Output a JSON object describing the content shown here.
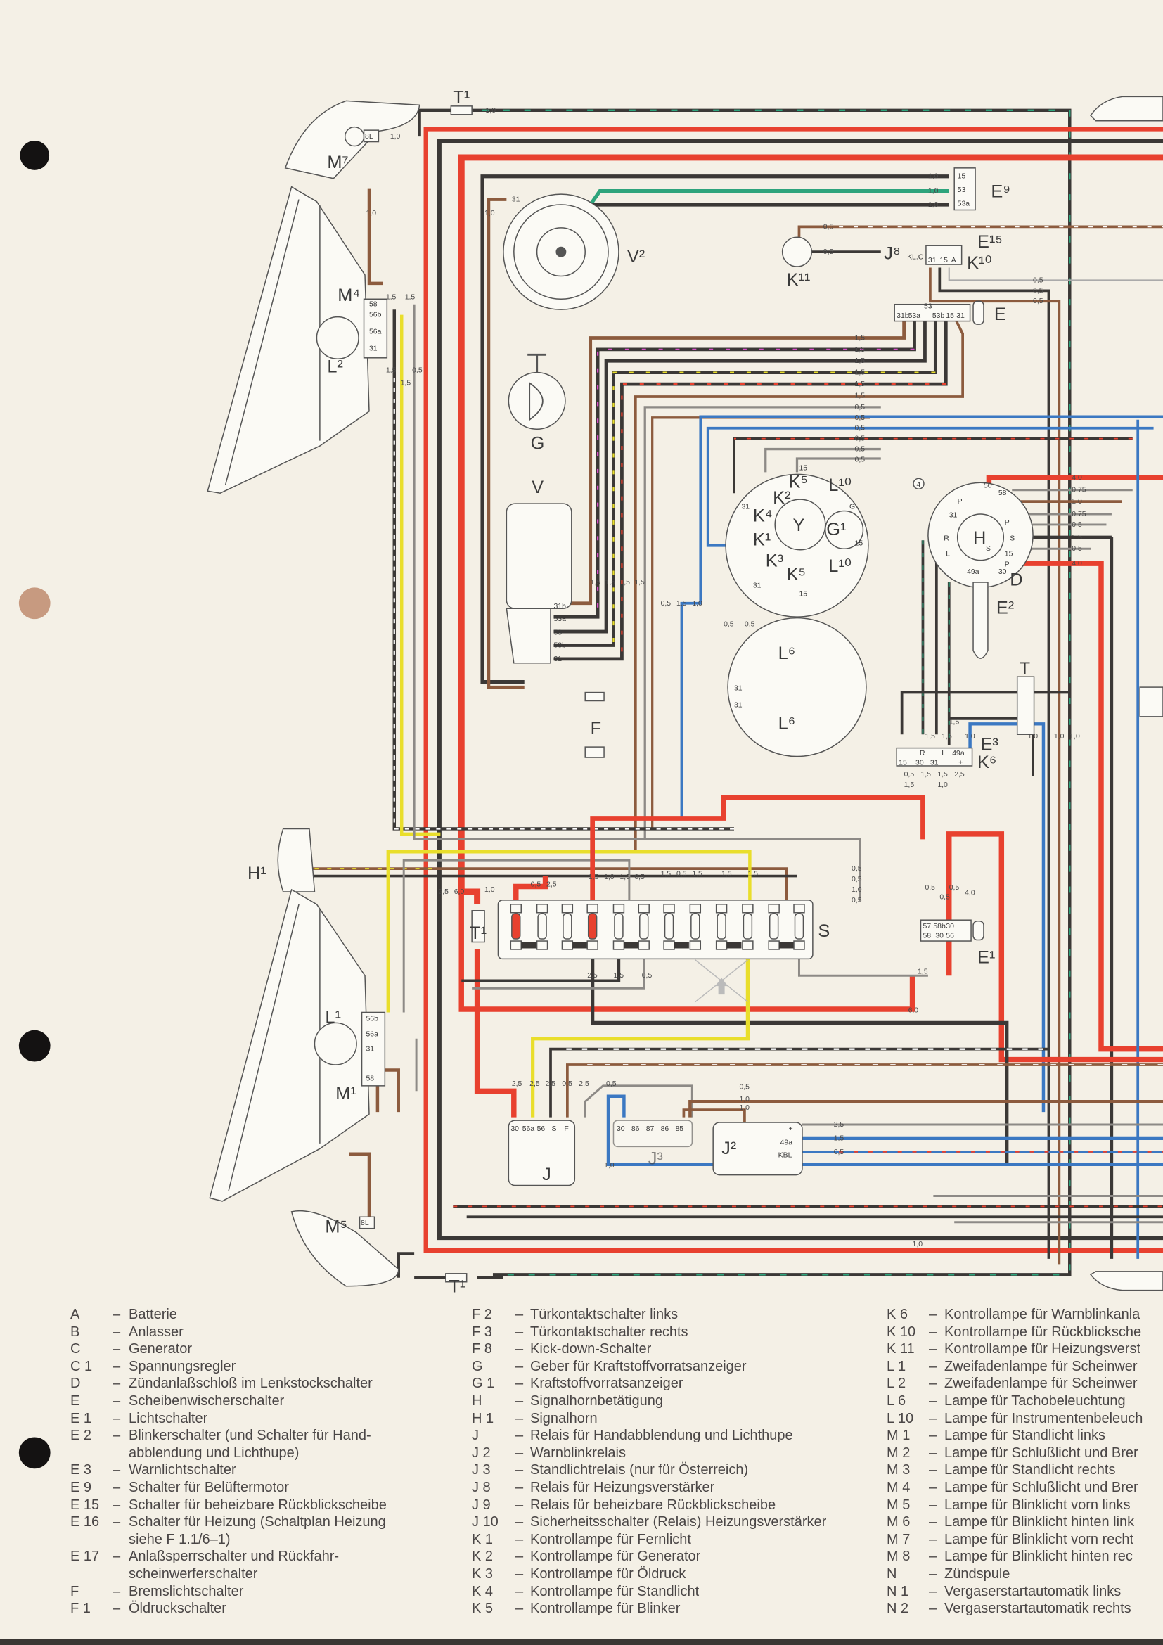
{
  "diagram": {
    "labels": {
      "T1_top": "T¹",
      "M7": "M⁷",
      "BL_top": "8L",
      "M4": "M⁴",
      "L2": "L²",
      "V2": "V²",
      "G": "G",
      "V": "V",
      "E9": "E⁹",
      "K11": "K¹¹",
      "J8": "J⁸",
      "J8_sub": "KL.C",
      "E15": "E¹⁵",
      "K10": "K¹⁰",
      "E": "E",
      "K2": "K²",
      "K5a": "K⁵",
      "L10a": "L¹⁰",
      "K4": "K⁴",
      "K1": "K¹",
      "Y": "Y",
      "G1": "G¹",
      "K3": "K³",
      "K5b": "K⁵",
      "L10b": "L¹⁰",
      "circle4": "4",
      "H": "H",
      "D": "D",
      "E2": "E²",
      "L6a": "L⁶",
      "L6b": "L⁶",
      "F": "F",
      "T": "T",
      "E3": "E³",
      "K6": "K⁶",
      "H1": "H¹",
      "L1": "L¹",
      "M1": "M¹",
      "T1_fuse": "T¹",
      "S": "S",
      "E1": "E¹",
      "J": "J",
      "J2": "J²",
      "J3": "J³",
      "M5": "M⁵",
      "BL_bottom": "8L",
      "T1_bottom": "T¹"
    },
    "pins": {
      "M4": [
        "58",
        "56b",
        "56a",
        "31"
      ],
      "L1": [
        "56b",
        "56a",
        "31",
        "58"
      ],
      "E9": [
        "15",
        "53",
        "53a"
      ],
      "E15": [
        "31",
        "15",
        "A"
      ],
      "E": [
        "31b",
        "53a",
        "53",
        "53b",
        "15",
        "31"
      ],
      "V": [
        "31b",
        "53a",
        "53",
        "53b",
        "31"
      ],
      "H": [
        "31",
        "P",
        "50",
        "58",
        "P",
        "S",
        "15",
        "P",
        "30",
        "49a",
        "R",
        "L",
        "S"
      ],
      "cluster": [
        "15",
        "31",
        "G",
        "15",
        "31",
        "15"
      ],
      "E3": [
        "15",
        "R",
        "30",
        "31",
        "L",
        "49a",
        "+"
      ],
      "E1": [
        "57",
        "58b",
        "30",
        "58",
        "30",
        "56"
      ],
      "J": [
        "30",
        "56a",
        "56",
        "S",
        "F"
      ],
      "J3": [
        "30",
        "86",
        "87",
        "86",
        "85"
      ],
      "J2": [
        "+",
        "49a",
        "KBL"
      ],
      "L6": [
        "31",
        "31"
      ]
    },
    "wire_gauges": [
      "1,0",
      "1,0",
      "1,0",
      "1,5",
      "1,5",
      "1,5",
      "0,5",
      "1,5",
      "1,0",
      "1,0",
      "1,0",
      "31",
      "1,0",
      "0,5",
      "0,5",
      "0,5",
      "0,5",
      "0,5",
      "1,5",
      "1,5",
      "1,5",
      "1,5",
      "1,5",
      "1,5",
      "0,5",
      "0,5",
      "0,5",
      "0,5",
      "0,5",
      "0,5",
      "4,0",
      "0,75",
      "1,0",
      "0,75",
      "0,5",
      "1,5",
      "0,5",
      "4,0",
      "1,5",
      "1,5",
      "1,5",
      "1,5",
      "0,5",
      "1,5",
      "1,0",
      "0,5",
      "0,5",
      "2,5",
      "6,0",
      "1,0",
      "0,5",
      "2,5",
      "1,5",
      "1,0",
      "1,5",
      "0,5",
      "1,5",
      "0,5",
      "1,5",
      "1,5",
      "1,5",
      "0,5",
      "0,5",
      "1,0",
      "0,5",
      "0,5",
      "0,5",
      "0,5",
      "4,0",
      "1,5",
      "6,0",
      "2,5",
      "1,5",
      "0,5",
      "2,5",
      "2,5",
      "2,5",
      "0,5",
      "2,5",
      "0,5",
      "0,5",
      "1,0",
      "1,0",
      "2,5",
      "1,5",
      "0,5",
      "1,0",
      "1,0",
      "1,5",
      "1,5",
      "0,5",
      "1,5",
      "1,5",
      "1,0",
      "1,0",
      "1,0",
      "1,0",
      "1,5",
      "2,5",
      "1,5",
      "1,0",
      "2,5"
    ]
  },
  "legend": {
    "columns": [
      [
        {
          "code": "A",
          "text": "Batterie"
        },
        {
          "code": "B",
          "text": "Anlasser"
        },
        {
          "code": "C",
          "text": "Generator"
        },
        {
          "code": "C 1",
          "text": "Spannungsregler"
        },
        {
          "code": "D",
          "text": "Zündanlaßschloß im Lenkstockschalter"
        },
        {
          "code": "E",
          "text": "Scheibenwischerschalter"
        },
        {
          "code": "E 1",
          "text": "Lichtschalter"
        },
        {
          "code": "E 2",
          "text": "Blinkerschalter (und Schalter für Hand-",
          "cont": "abblendung und Lichthupe)"
        },
        {
          "code": "E 3",
          "text": "Warnlichtschalter"
        },
        {
          "code": "E 9",
          "text": "Schalter für Belüftermotor"
        },
        {
          "code": "E 15",
          "text": "Schalter für beheizbare Rückblickscheibe"
        },
        {
          "code": "E 16",
          "text": "Schalter für Heizung (Schaltplan Heizung",
          "cont": "siehe F 1.1/6–1)"
        },
        {
          "code": "E 17",
          "text": "Anlaßsperrschalter und Rückfahr-",
          "cont": "scheinwerferschalter"
        },
        {
          "code": "F",
          "text": "Bremslichtschalter"
        },
        {
          "code": "F 1",
          "text": "Öldruckschalter"
        }
      ],
      [
        {
          "code": "F 2",
          "text": "Türkontaktschalter links"
        },
        {
          "code": "F 3",
          "text": "Türkontaktschalter rechts"
        },
        {
          "code": "F 8",
          "text": "Kick-down-Schalter"
        },
        {
          "code": "G",
          "text": "Geber für Kraftstoffvorratsanzeiger"
        },
        {
          "code": "G 1",
          "text": "Kraftstoffvorratsanzeiger"
        },
        {
          "code": "H",
          "text": "Signalhornbetätigung"
        },
        {
          "code": "H 1",
          "text": "Signalhorn"
        },
        {
          "code": "J",
          "text": "Relais für Handabblendung und Lichthupe"
        },
        {
          "code": "J 2",
          "text": "Warnblinkrelais"
        },
        {
          "code": "J 3",
          "text": "Standlichtrelais (nur für Österreich)"
        },
        {
          "code": "J 8",
          "text": "Relais für Heizungsverstärker"
        },
        {
          "code": "J 9",
          "text": "Relais für beheizbare Rückblickscheibe"
        },
        {
          "code": "J 10",
          "text": "Sicherheitsschalter (Relais) Heizungsverstärker"
        },
        {
          "code": "K 1",
          "text": "Kontrollampe für Fernlicht"
        },
        {
          "code": "K 2",
          "text": "Kontrollampe für Generator"
        },
        {
          "code": "K 3",
          "text": "Kontrollampe für Öldruck"
        },
        {
          "code": "K 4",
          "text": "Kontrollampe für Standlicht"
        },
        {
          "code": "K 5",
          "text": "Kontrollampe für Blinker"
        }
      ],
      [
        {
          "code": "K 6",
          "text": "Kontrollampe für Warnblinkanla"
        },
        {
          "code": "K 10",
          "text": "Kontrollampe für Rückblicksche"
        },
        {
          "code": "K 11",
          "text": "Kontrollampe für Heizungsverst"
        },
        {
          "code": "L 1",
          "text": "Zweifadenlampe für Scheinwer"
        },
        {
          "code": "L 2",
          "text": "Zweifadenlampe für Scheinwer"
        },
        {
          "code": "L 6",
          "text": "Lampe für Tachobeleuchtung"
        },
        {
          "code": "L 10",
          "text": "Lampe für Instrumentenbeleuch"
        },
        {
          "code": "M 1",
          "text": "Lampe für Standlicht links"
        },
        {
          "code": "M 2",
          "text": "Lampe für Schlußlicht und Brer"
        },
        {
          "code": "M 3",
          "text": "Lampe für Standlicht rechts"
        },
        {
          "code": "M 4",
          "text": "Lampe für Schlußlicht und Brer"
        },
        {
          "code": "M 5",
          "text": "Lampe für Blinklicht vorn links"
        },
        {
          "code": "M 6",
          "text": "Lampe für Blinklicht hinten link"
        },
        {
          "code": "M 7",
          "text": "Lampe für Blinklicht vorn recht"
        },
        {
          "code": "M 8",
          "text": "Lampe für Blinklicht hinten rec"
        },
        {
          "code": "N",
          "text": "Zündspule"
        },
        {
          "code": "N 1",
          "text": "Vergaserstartautomatik links"
        },
        {
          "code": "N 2",
          "text": "Vergaserstartautomatik rechts"
        }
      ]
    ],
    "dash": "–"
  },
  "colors": {
    "red": "#e8412f",
    "black": "#3b3836",
    "brown": "#8c5b3e",
    "gray": "#8d8a86",
    "yellow": "#e9de2b",
    "green": "#2ea47c",
    "blue": "#3b78c2",
    "paper": "#f4f0e6"
  }
}
